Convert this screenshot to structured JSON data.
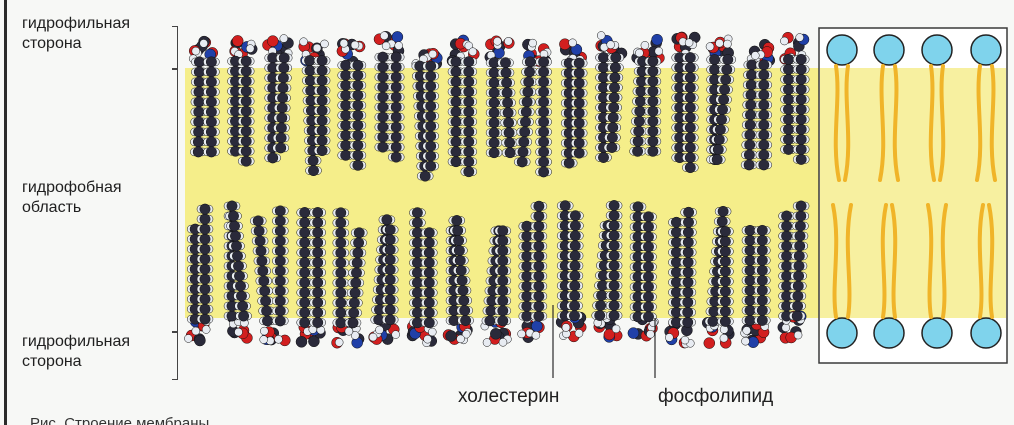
{
  "labels": {
    "hydrophilic_top": [
      "гидрофильная",
      "сторона"
    ],
    "hydrophobic": [
      "гидрофобная",
      "область"
    ],
    "hydrophilic_bottom": [
      "гидрофильная",
      "сторона"
    ],
    "cholesterol": "холестерин",
    "phospholipid": "фосфолипид",
    "figure_caption_partial": "Рис. Строение мембраны"
  },
  "colors": {
    "hydrophobic_band": "#f5ee8a",
    "atom_carbon": "#2a2a3a",
    "atom_hydrogen": "#e8ecf2",
    "atom_oxygen": "#d21f1f",
    "atom_nitrogen": "#2040a8",
    "head_blue": "#7fd3ec",
    "tail_orange": "#f0b429"
  },
  "icons": {
    "molecular_model": "space-filling-lipid-molecule",
    "schematic_head": "circle-head",
    "schematic_tail": "wavy-tail"
  }
}
